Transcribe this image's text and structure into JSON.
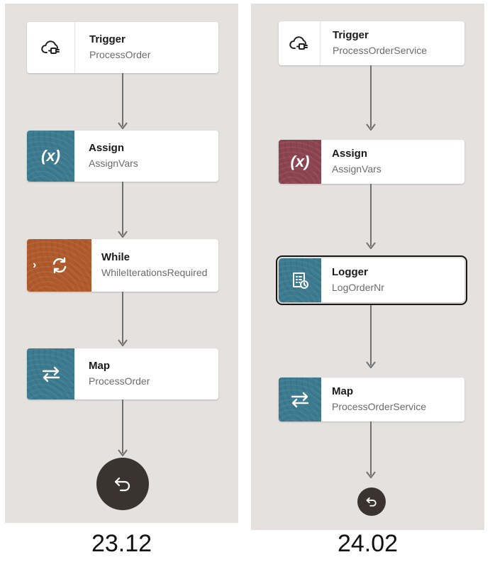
{
  "left": {
    "caption": "23.12",
    "trigger": {
      "title": "Trigger",
      "subtitle": "ProcessOrder"
    },
    "assign": {
      "title": "Assign",
      "subtitle": "AssignVars",
      "icon_glyph": "(x)"
    },
    "while": {
      "title": "While",
      "subtitle": "WhileIterationsRequired",
      "expand_glyph": "›"
    },
    "map": {
      "title": "Map",
      "subtitle": "ProcessOrder"
    }
  },
  "right": {
    "caption": "24.02",
    "trigger": {
      "title": "Trigger",
      "subtitle": "ProcessOrderService"
    },
    "assign": {
      "title": "Assign",
      "subtitle": "AssignVars",
      "icon_glyph": "(x)"
    },
    "logger": {
      "title": "Logger",
      "subtitle": "LogOrderNr"
    },
    "map": {
      "title": "Map",
      "subtitle": "ProcessOrderService"
    }
  },
  "icons": {
    "trigger": "cloud-plug-icon",
    "assign": "variable-icon",
    "while": "loop-icon",
    "logger": "logger-icon",
    "map": "swap-arrows-icon",
    "end": "return-icon"
  },
  "colors": {
    "canvas": "#e4e1de",
    "teal": "#3b7a8f",
    "brown": "#b05a2c",
    "maroon": "#8c4450",
    "end_node": "#3a3330"
  }
}
